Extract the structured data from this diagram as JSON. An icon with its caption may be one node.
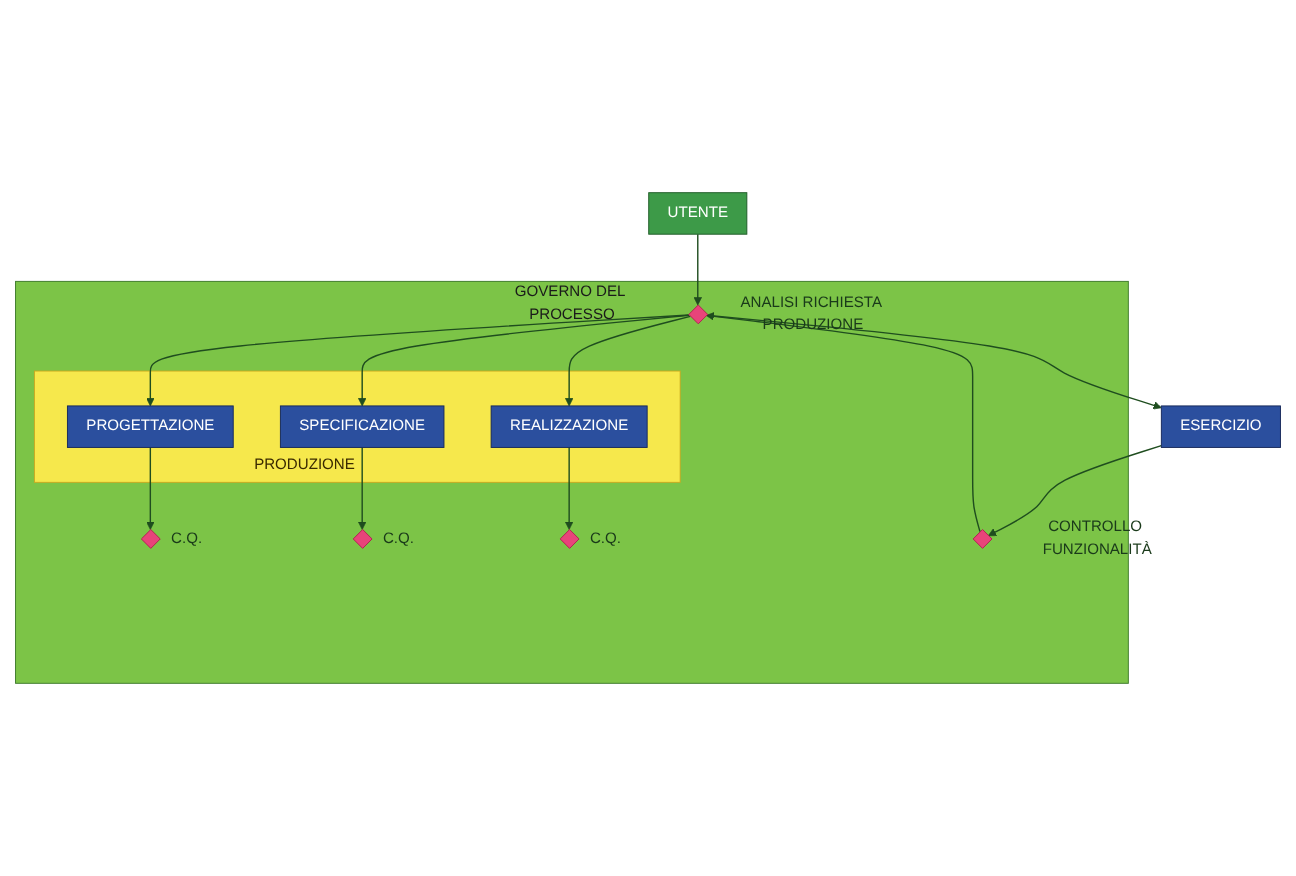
{
  "diagram": {
    "nodes": [
      {
        "text": [
          "GOVERNO DEL PROCESSO"
        ]
      },
      {
        "text": [
          "PRODUZIONE"
        ],
        "in": 0
      },
      {
        "text": [
          "PROGETTAZIONE"
        ],
        "in": 1
      },
      {
        "text": [
          "SPECIFICAZIONE"
        ],
        "in": 1
      },
      {
        "text": [
          "REALIZZAZIONE"
        ],
        "in": 1
      },
      {
        "text": [],
        "shape": "diamond",
        "beside": [
          "C.Q."
        ],
        "in": 0
      },
      {
        "text": [],
        "shape": "diamond",
        "beside": [
          "C.Q."
        ],
        "in": 0
      },
      {
        "text": [],
        "shape": "diamond",
        "beside": [
          "C.Q."
        ],
        "in": 0
      },
      {
        "text": [],
        "shape": "diamond",
        "beside": [
          "ANALISI RICHIESTA PRODUZIONE"
        ],
        "in": 0
      },
      {
        "text": [],
        "shape": "diamond",
        "beside": [
          "CONTROLLO FUNZIONALITÀ"
        ],
        "in": 0
      },
      {
        "text": [
          "UTENTE"
        ]
      },
      {
        "text": [
          "ESERCIZIO"
        ]
      }
    ],
    "edges": [
      {
        "from": 10,
        "to": 8,
        "arrow": "to"
      },
      {
        "from": 8,
        "to": 3,
        "arrow": "to"
      },
      {
        "from": 8,
        "to": 2,
        "arrow": "to"
      },
      {
        "from": 8,
        "to": 4,
        "arrow": "to"
      },
      {
        "from": 8,
        "to": 11,
        "arrow": "to"
      },
      {
        "from": 3,
        "to": 6,
        "arrow": "to"
      },
      {
        "from": 2,
        "to": 5,
        "arrow": "to"
      },
      {
        "from": 4,
        "to": 7,
        "arrow": "to"
      },
      {
        "from": 11,
        "to": 9,
        "arrow": "to"
      },
      {
        "from": 9,
        "to": 8,
        "arrow": "to"
      }
    ]
  }
}
